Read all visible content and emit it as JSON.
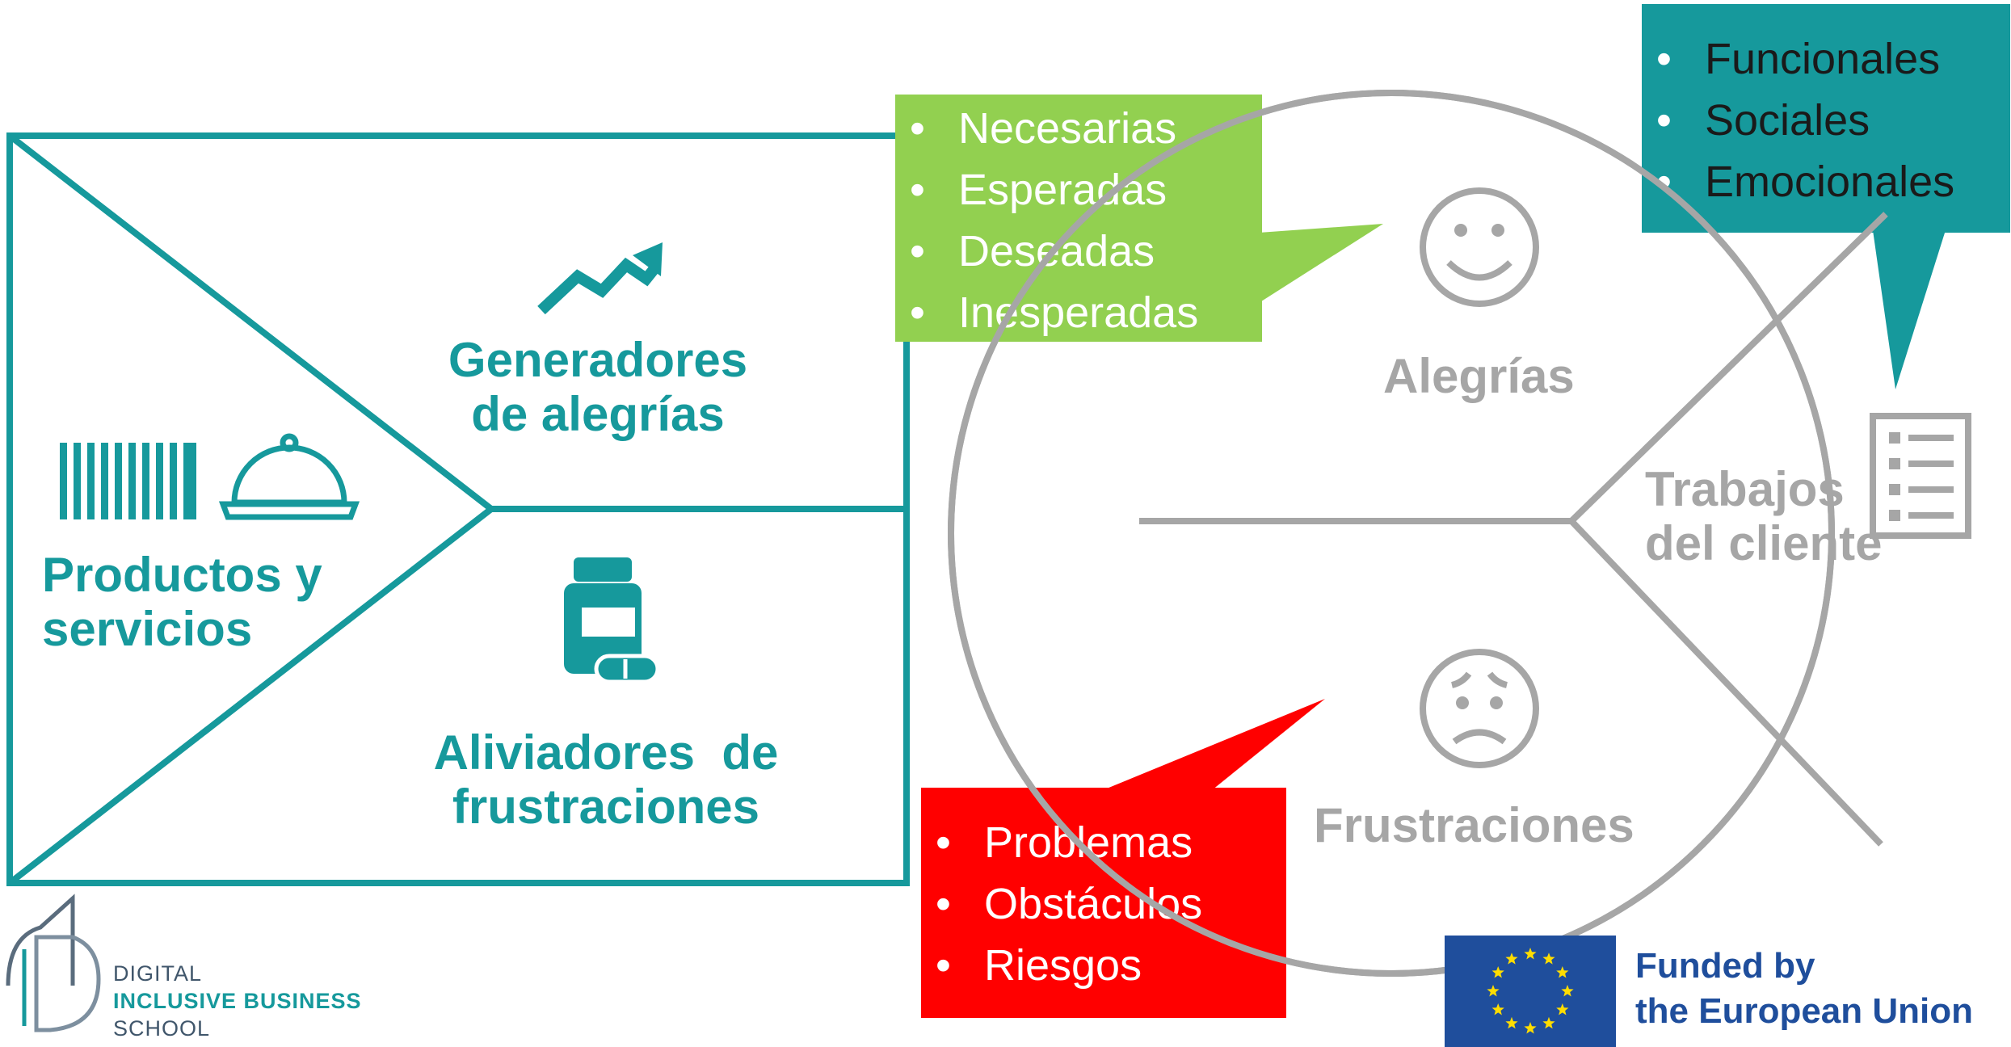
{
  "value_map": {
    "products_services": [
      "Productos y",
      "servicios"
    ],
    "gain_creators": [
      "Generadores",
      "de alegrías"
    ],
    "pain_relievers": [
      "Aliviadores  de",
      "frustraciones"
    ]
  },
  "customer_profile": {
    "gains": "Alegrías",
    "customer_jobs": [
      "Trabajos",
      "del cliente"
    ],
    "pains": "Frustraciones"
  },
  "callouts": {
    "gains_list": [
      "Necesarias",
      "Esperadas",
      "Deseadas",
      "Inesperadas"
    ],
    "jobs_list": [
      "Funcionales",
      "Sociales",
      "Emocionales"
    ],
    "pains_list": [
      "Problemas",
      "Obstáculos",
      "Riesgos"
    ]
  },
  "logos": {
    "school": [
      "DIGITAL",
      "INCLUSIVE BUSINESS",
      "SCHOOL"
    ],
    "eu": [
      "Funded by",
      "the European Union"
    ]
  },
  "icons": {
    "products": [
      "barcode-icon",
      "cloche-icon"
    ],
    "gain_creators": "trending-up-icon",
    "pain_relievers": "medicine-bottle-icon",
    "gains": "smiley-face-icon",
    "pains": "worried-face-icon",
    "jobs": "checklist-icon"
  },
  "colors": {
    "teal": "#16999c",
    "gray": "#a6a6a6",
    "green": "#92d050",
    "red": "#ff0000",
    "eu_blue": "#1f4e9c",
    "eu_star": "#ffdd00"
  }
}
